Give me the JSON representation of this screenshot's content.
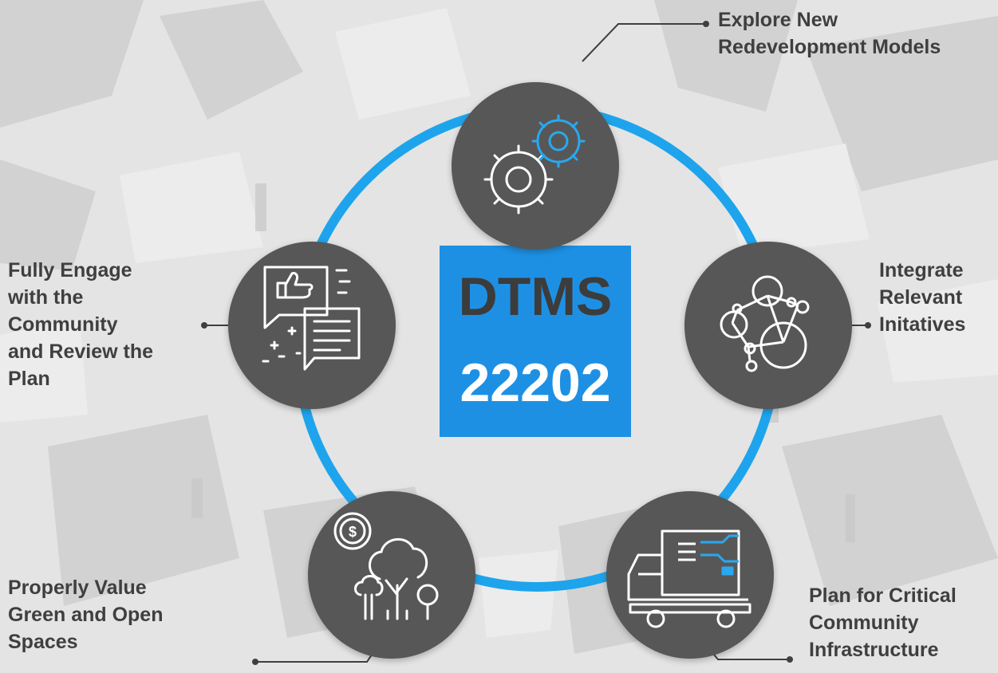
{
  "center": {
    "title": "DTMS",
    "subtitle": "22202"
  },
  "nodes": [
    {
      "label": "Explore New Redevelopment Models",
      "icon": "gears-icon"
    },
    {
      "label": "Integrate Relevant Initatives",
      "icon": "network-icon"
    },
    {
      "label": "Plan for Critical Community Infrastructure",
      "icon": "truck-icon"
    },
    {
      "label": "Properly Value Green and Open Spaces",
      "icon": "trees-coin-icon"
    },
    {
      "label": "Fully Engage with the Community and Review the Plan",
      "icon": "chat-thumbs-up-icon"
    }
  ],
  "labels": {
    "explore": [
      "Explore New",
      "Redevelopment Models"
    ],
    "integrate": [
      "Integrate",
      "Relevant",
      "Initatives"
    ],
    "plan": [
      "Plan for Critical",
      "Community",
      "Infrastructure"
    ],
    "value": [
      "Properly Value",
      "Green and Open",
      "Spaces"
    ],
    "engage": [
      "Fully Engage",
      "with the",
      "Community",
      "and Review the",
      "Plan"
    ]
  },
  "colors": {
    "ring": "#1ea4ec",
    "node": "#575757",
    "center": "#1e90e4",
    "text": "#3f3f3f",
    "accent": "#29a8f0"
  }
}
